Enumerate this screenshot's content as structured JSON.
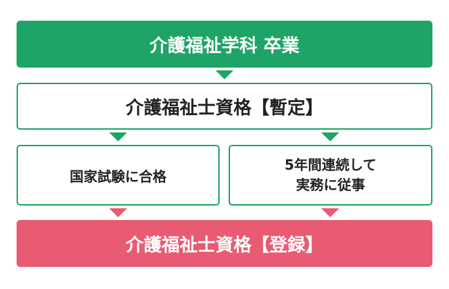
{
  "nodes": {
    "graduation": "介護福祉学科 卒業",
    "provisional": "介護福祉士資格【暫定】",
    "exam": "国家試験に合格",
    "work_line1": "5年間連続して",
    "work_line2": "実務に従事",
    "registered": "介護福祉士資格【登録】"
  },
  "colors": {
    "green": "#1ea466",
    "pink": "#e85b72"
  }
}
